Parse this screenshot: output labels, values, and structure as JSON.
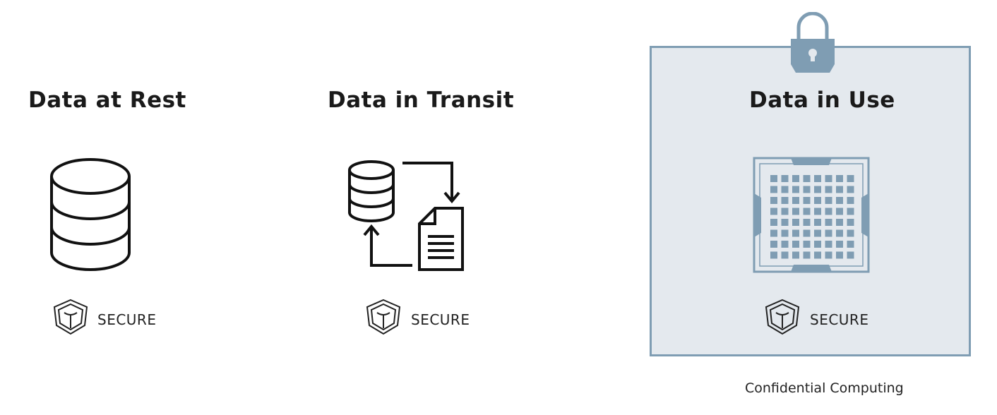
{
  "columns": [
    {
      "title": "Data at Rest",
      "status": "SECURE",
      "icon": "database-icon"
    },
    {
      "title": "Data in Transit",
      "status": "SECURE",
      "icon": "data-transfer-icon"
    },
    {
      "title": "Data in Use",
      "status": "SECURE",
      "icon": "cpu-chip-icon"
    }
  ],
  "caption": "Confidential Computing",
  "colors": {
    "box_fill": "#e4e9ee",
    "box_border": "#7f9db3",
    "chip": "#7f9db3",
    "ink": "#1a1a1a"
  }
}
